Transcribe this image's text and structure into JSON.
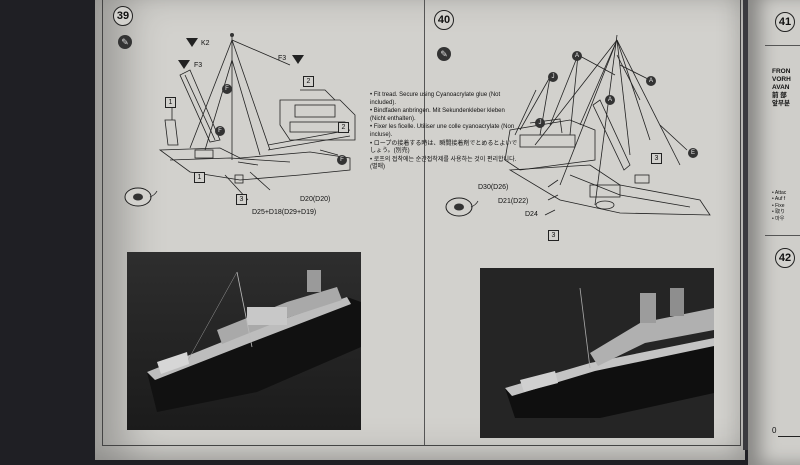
{
  "steps": {
    "s39": "39",
    "s40": "40",
    "s41": "41",
    "s42": "42"
  },
  "step39": {
    "labels": {
      "k2": "K2",
      "f3a": "F3",
      "f3b": "F3",
      "p2a": "2",
      "p2b": "2",
      "p1a": "1",
      "p1b": "1",
      "p3": "3",
      "f1": "F",
      "f2": "F",
      "f3": "F",
      "d20": "D20(D20)",
      "d25": "D25+D18(D29+D19)"
    }
  },
  "instructions": [
    "• Fit tread. Secure using Cyanoacrylate glue (Not included).",
    "• Bindfaden anbringen. Mit Sekundenkleber kleben (Nicht enthalten).",
    "• Fixer les ficelle. Utiliser une colle cyanoacrylate (Non incluse).",
    "• ロープの接着する時は、瞬間接着剤でとめるとよいでしょう。(別売)",
    "• 로프의 접착에는 순간접착제를 사용하는 것이 편리합니다.(별매)"
  ],
  "step40": {
    "labels": {
      "a1": "A",
      "a2": "A",
      "a3": "A",
      "j1": "J",
      "j2": "J",
      "e": "E",
      "p3a": "3",
      "p3b": "3",
      "d30": "D30(D26)",
      "d21": "D21(D22)",
      "d24": "D24"
    }
  },
  "right_page": {
    "heading_lines": [
      "FRON",
      "VORH",
      "AVAN",
      "前 部",
      "앞부분"
    ],
    "bullets": [
      "• Attac",
      "• Auf f",
      "• Fixe",
      "• 取り",
      "• 마우"
    ],
    "ruler_zero": "0"
  },
  "colors": {
    "paper": "#d2d1cd",
    "ink": "#222222",
    "photo_bg": "#262626"
  }
}
